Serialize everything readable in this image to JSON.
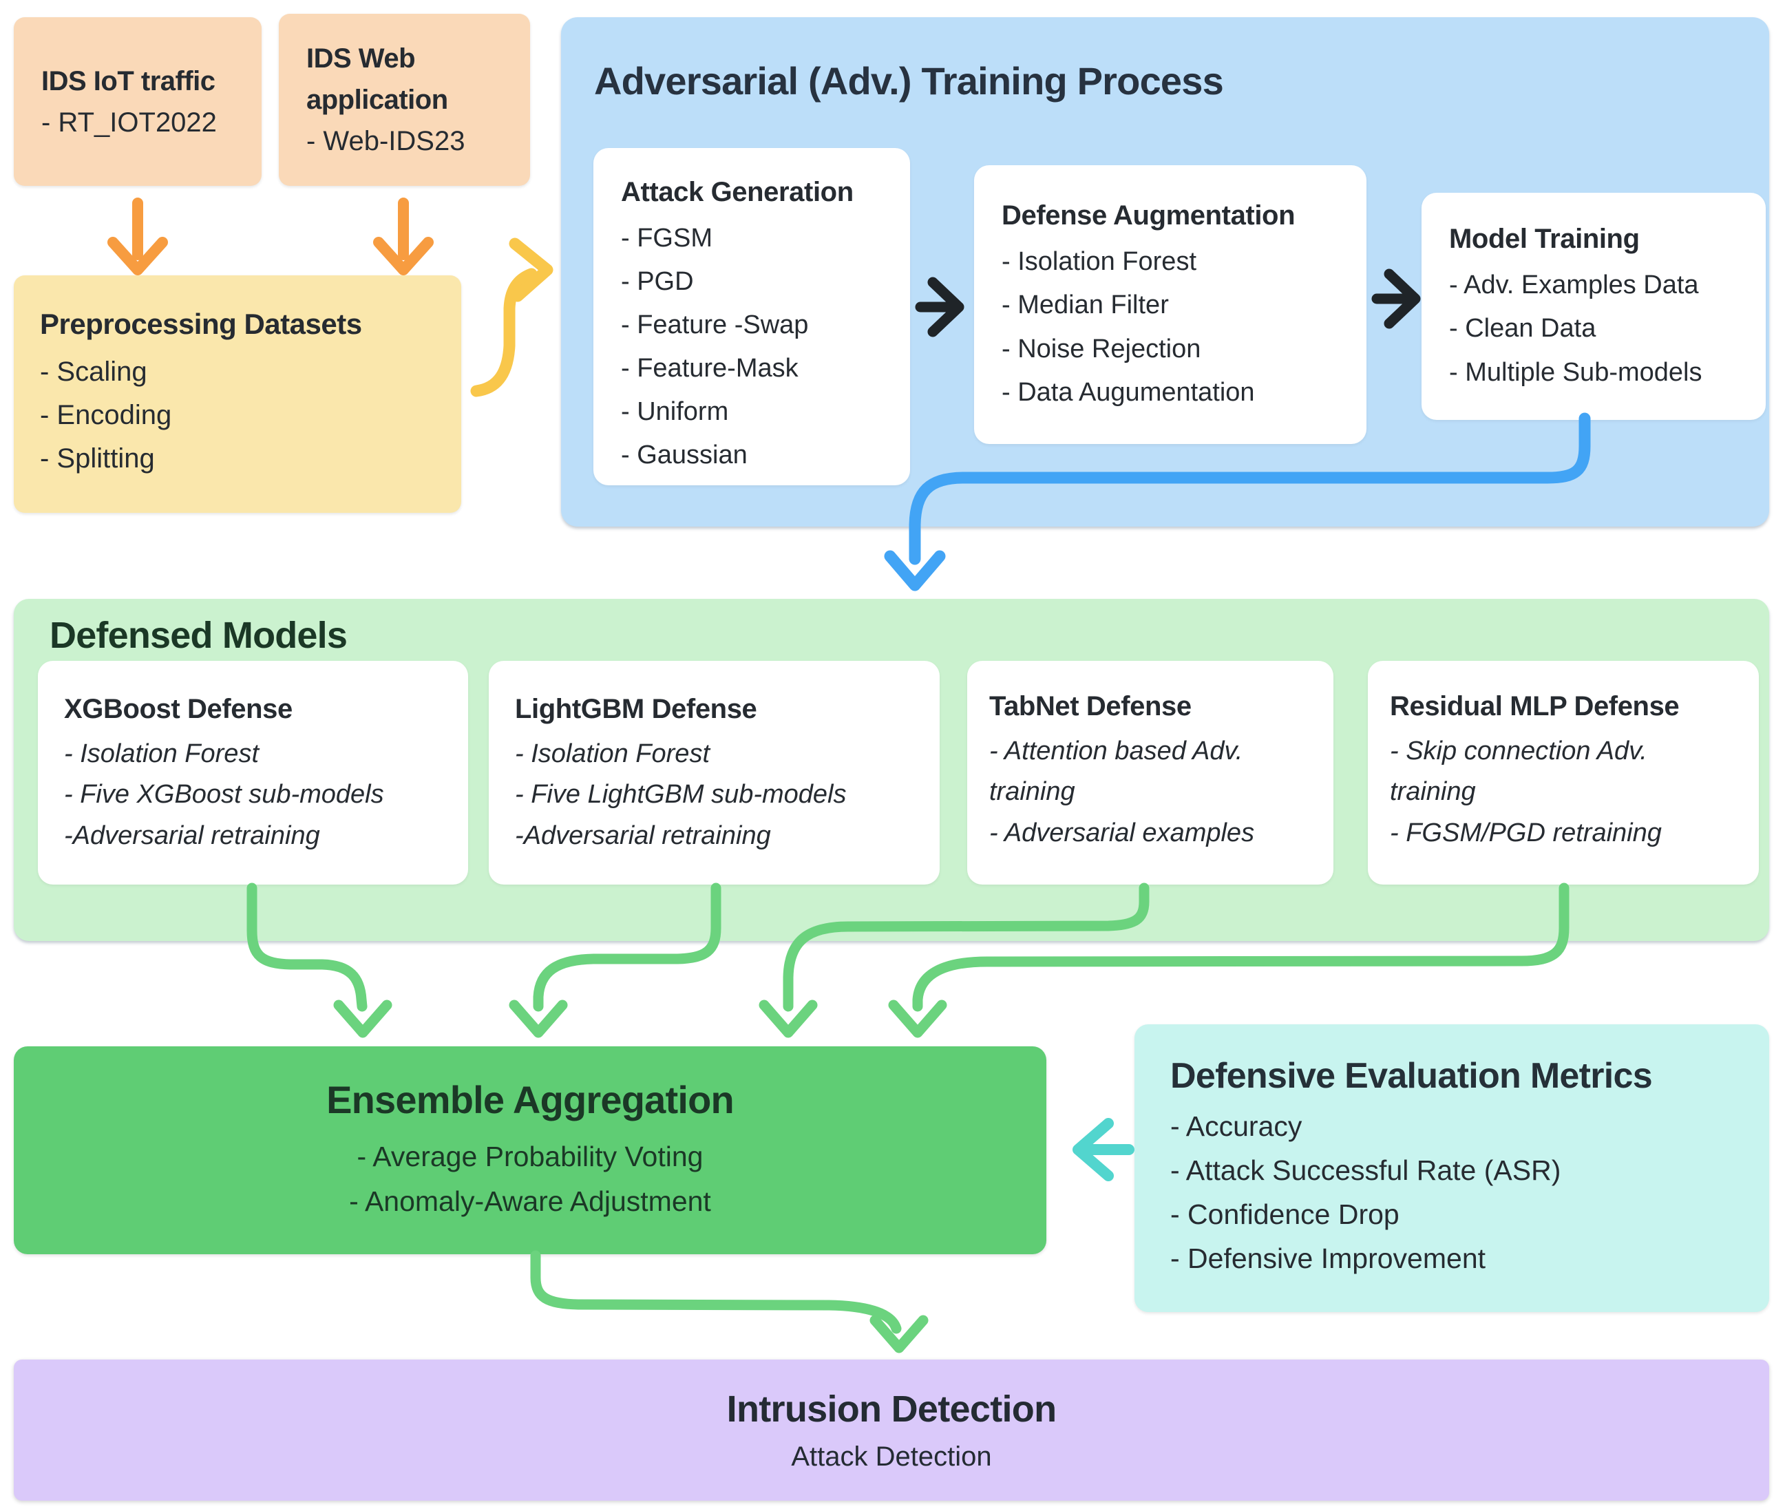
{
  "diagram": {
    "sources": [
      {
        "title": "IDS IoT traffic",
        "items": [
          "- RT_IOT2022"
        ]
      },
      {
        "title": "IDS Web application",
        "items": [
          "- Web-IDS23"
        ]
      }
    ],
    "preprocessing": {
      "title": "Preprocessing Datasets",
      "items": [
        "- Scaling",
        "- Encoding",
        "- Splitting"
      ]
    },
    "adv_training": {
      "title": "Adversarial (Adv.) Training Process",
      "attack_generation": {
        "title": "Attack Generation",
        "items": [
          "- FGSM",
          "- PGD",
          "- Feature -Swap",
          "- Feature-Mask",
          "- Uniform",
          "- Gaussian"
        ]
      },
      "defense_augmentation": {
        "title": "Defense Augmentation",
        "items": [
          "- Isolation Forest",
          "- Median Filter",
          "- Noise Rejection",
          "- Data Augumentation"
        ]
      },
      "model_training": {
        "title": "Model Training",
        "items": [
          "- Adv. Examples Data",
          "- Clean Data",
          "- Multiple Sub-models"
        ]
      }
    },
    "defensed_models": {
      "title": "Defensed Models",
      "models": [
        {
          "title": "XGBoost Defense",
          "items": [
            "- Isolation Forest",
            "- Five XGBoost sub-models",
            "-Adversarial retraining"
          ]
        },
        {
          "title": "LightGBM Defense",
          "items": [
            "- Isolation Forest",
            "- Five LightGBM sub-models",
            "-Adversarial retraining"
          ]
        },
        {
          "title": "TabNet Defense",
          "items": [
            "- Attention based Adv. training",
            "- Adversarial examples"
          ]
        },
        {
          "title": "Residual MLP Defense",
          "items": [
            "- Skip connection Adv. training",
            "- FGSM/PGD retraining"
          ]
        }
      ]
    },
    "ensemble": {
      "title": "Ensemble Aggregation",
      "items": [
        "- Average Probability Voting",
        "- Anomaly-Aware Adjustment"
      ]
    },
    "metrics": {
      "title": "Defensive Evaluation Metrics",
      "items": [
        "- Accuracy",
        "- Attack Successful Rate (ASR)",
        "- Confidence Drop",
        "- Defensive Improvement"
      ]
    },
    "output": {
      "title": "Intrusion Detection",
      "subtitle": "Attack Detection"
    }
  },
  "colors": {
    "peach": "#FAD9B8",
    "yellow-box": "#FAE7AC",
    "blue-box": "#BCDEF9",
    "green-container": "#CBF2CF",
    "ensemble-green": "#5FCD74",
    "cyan-box": "#C8F4EF",
    "purple-box": "#DAC9FA",
    "text-dark": "#262B31",
    "title-navy": "#273240",
    "green-title-dark": "#1B3826",
    "arrow-orange": "#F79C40",
    "arrow-yellow": "#F9C74B",
    "arrow-black": "#1F2428",
    "arrow-blue": "#42A4F5",
    "arrow-green": "#6BD37E",
    "arrow-teal": "#52D5CE"
  }
}
